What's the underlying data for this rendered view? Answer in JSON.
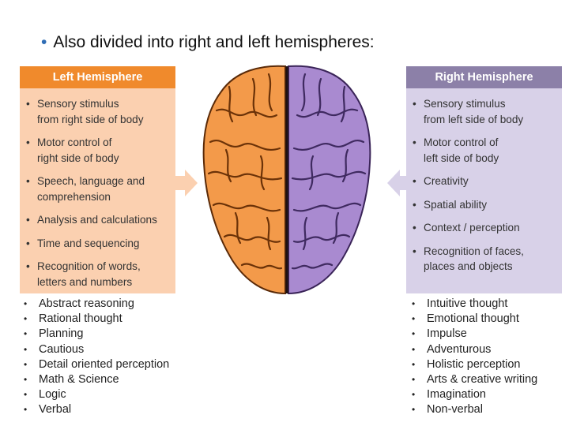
{
  "heading": "Also divided into right and left hemispheres:",
  "left_panel": {
    "title": "Left Hemisphere",
    "items": [
      [
        "Sensory stimulus",
        "from right side of body"
      ],
      [
        "Motor control of",
        "right side of body"
      ],
      [
        "Speech, language and",
        "comprehension"
      ],
      [
        "Analysis and calculations"
      ],
      [
        "Time and sequencing"
      ],
      [
        "Recognition of words,",
        "letters and numbers"
      ]
    ]
  },
  "right_panel": {
    "title": "Right Hemisphere",
    "items": [
      [
        "Sensory stimulus",
        "from left side of body"
      ],
      [
        "Motor control of",
        "left side of body"
      ],
      [
        "Creativity"
      ],
      [
        "Spatial ability"
      ],
      [
        "Context / perception"
      ],
      [
        "Recognition of faces,",
        "places and objects"
      ]
    ]
  },
  "left_traits": [
    "Abstract reasoning",
    "Rational thought",
    "Planning",
    "Cautious",
    "Detail oriented perception",
    "Math & Science",
    "Logic",
    "Verbal"
  ],
  "right_traits": [
    "Intuitive thought",
    "Emotional thought",
    "Impulse",
    "Adventurous",
    "Holistic perception",
    "Arts & creative writing",
    "Imagination",
    "Non-verbal"
  ],
  "colors": {
    "left_accent": "#f08a2c",
    "left_panel_bg": "#fbd0b0",
    "right_accent": "#8c80a8",
    "right_panel_bg": "#d8d1e8",
    "left_brain": "#f39a4a",
    "right_brain": "#a98ad0"
  }
}
